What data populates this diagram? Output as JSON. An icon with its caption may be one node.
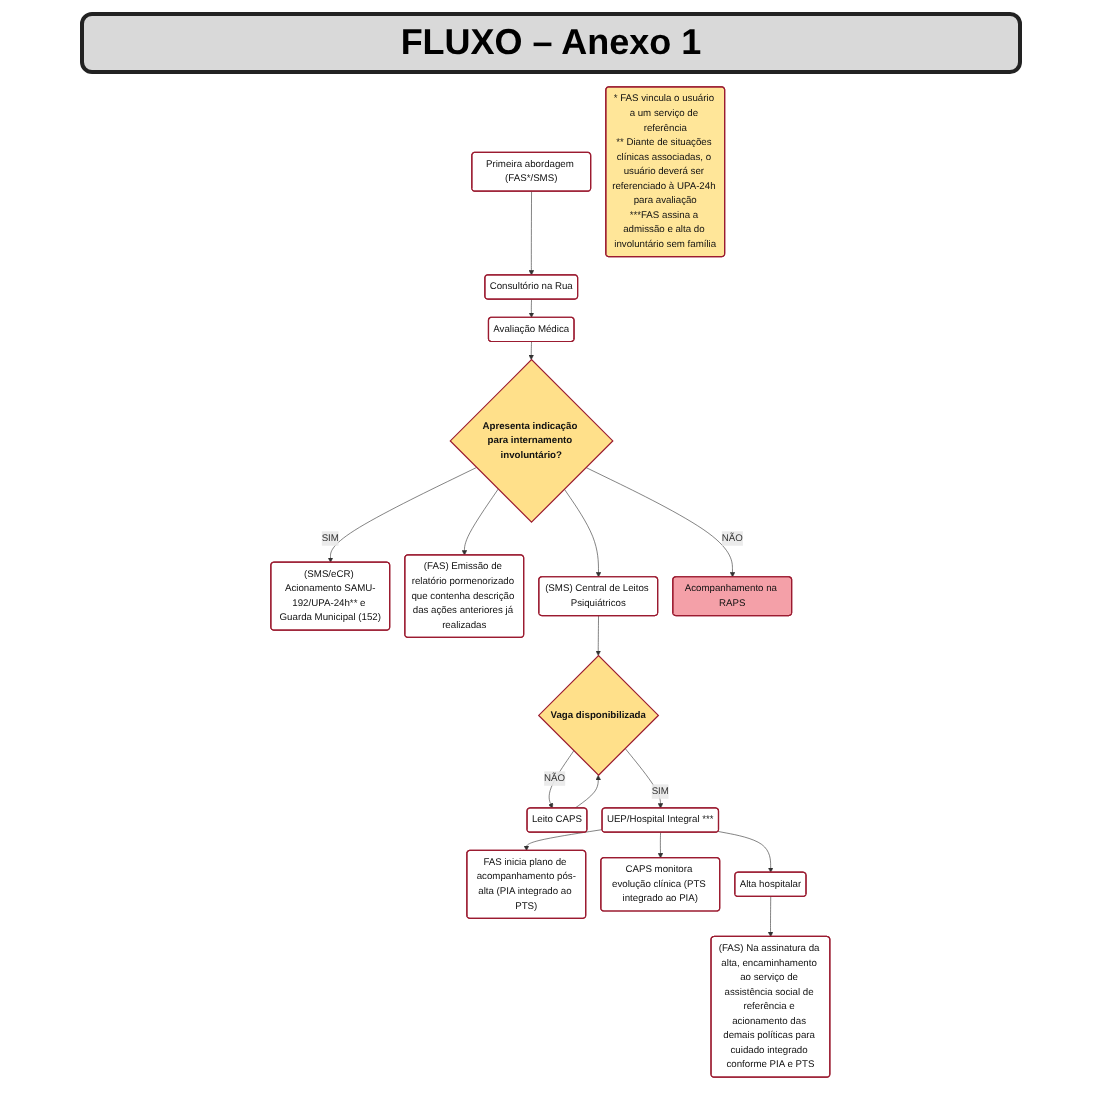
{
  "diagram": {
    "title": "FLUXO – Anexo 1",
    "nodes": [
      {
        "text": [
          "Primeira abordagem (FAS*/SMS)"
        ]
      },
      {
        "text": [
          "Consultório na Rua"
        ]
      },
      {
        "text": [
          "Avaliação Médica"
        ]
      },
      {
        "text": [
          "Apresenta indicação para internamento involuntário?"
        ]
      },
      {
        "text": [
          "(SMS/eCR) Acionamento SAMU-192/UPA-24h** e Guarda Municipal (152)"
        ]
      },
      {
        "text": [
          "(FAS) Emissão de relatório pormenorizado que contenha descrição das ações anteriores já realizadas"
        ]
      },
      {
        "text": [
          "(SMS) Central de Leitos Psiquiátricos"
        ]
      },
      {
        "text": [
          "Acompanhamento na RAPS"
        ]
      },
      {
        "text": [
          "Vaga disponibilizada"
        ]
      },
      {
        "text": [
          "Leito CAPS"
        ]
      },
      {
        "text": [
          "FAS inicia plano de acompanhamento pós-alta (PIA integrado ao PTS)"
        ]
      },
      {
        "text": [
          "UEP/Hospital Integral ***"
        ]
      },
      {
        "text": [
          "CAPS monitora evolução clínica (PTS integrado ao PIA)"
        ]
      },
      {
        "text": [
          "Alta hospitalar"
        ]
      },
      {
        "text": [
          "(FAS) Na assinatura da alta, encaminhamento ao serviço de assistência social de referência e acionamento das demais políticas para cuidado integrado conforme PIA e PTS"
        ]
      },
      {
        "text": [
          "* FAS vincula o usuário a um serviço de referência",
          "** Diante de situações clínicas associadas, o usuário deverá ser referenciado à UPA-24h para avaliação",
          "***FAS assina a admissão e alta do involuntário sem família"
        ]
      }
    ],
    "edges": [
      {
        "from": 0,
        "to": 1,
        "arrow": "to"
      },
      {
        "from": 1,
        "to": 2,
        "arrow": "to"
      },
      {
        "from": 2,
        "to": 3,
        "arrow": "to"
      },
      {
        "from": 3,
        "to": 4,
        "arrow": "to",
        "label": "SIM"
      },
      {
        "from": 3,
        "to": 5,
        "arrow": "to"
      },
      {
        "from": 3,
        "to": 6,
        "arrow": "to"
      },
      {
        "from": 3,
        "to": 7,
        "arrow": "to",
        "label": "NÃO"
      },
      {
        "from": 6,
        "to": 8,
        "arrow": "to"
      },
      {
        "from": 8,
        "to": 11,
        "arrow": "to",
        "label": "SIM"
      },
      {
        "from": 8,
        "to": 9,
        "arrow": "to",
        "label": "NÃO"
      },
      {
        "from": 9,
        "to": 8,
        "arrow": "to"
      },
      {
        "from": 11,
        "to": 10,
        "arrow": "to"
      },
      {
        "from": 11,
        "to": 12,
        "arrow": "to"
      },
      {
        "from": 11,
        "to": 13,
        "arrow": "to"
      },
      {
        "from": 13,
        "to": 14,
        "arrow": "to"
      }
    ]
  }
}
